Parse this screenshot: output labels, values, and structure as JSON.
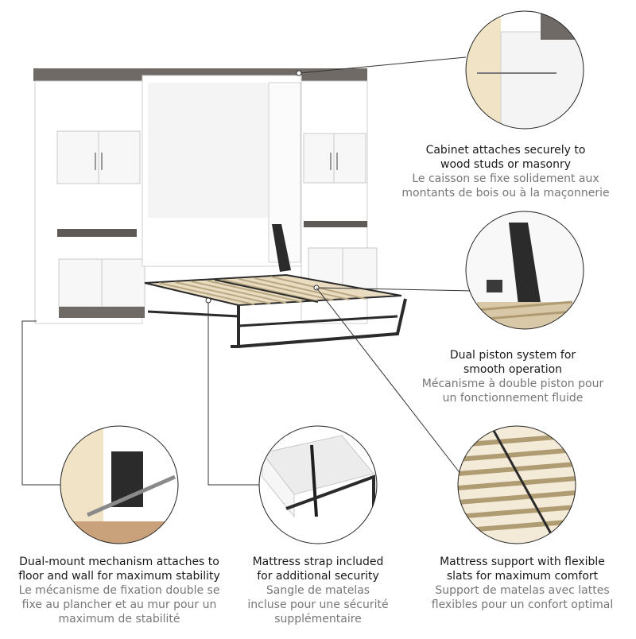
{
  "features": [
    {
      "en": [
        "Cabinet attaches securely to",
        "wood studs or masonry"
      ],
      "fr": [
        "Le caisson se fixe solidement aux",
        "montants de bois ou à la maçonnerie"
      ]
    },
    {
      "en": [
        "Dual piston system for",
        "smooth operation"
      ],
      "fr": [
        "Mécanisme à double piston pour",
        "un fonctionnement fluide"
      ]
    },
    {
      "en": [
        "Dual-mount mechanism attaches to",
        "floor and wall for maximum stability"
      ],
      "fr": [
        "Le mécanisme de fixation double se",
        "fixe au plancher et au mur pour un",
        "maximum de stabilité"
      ]
    },
    {
      "en": [
        "Mattress strap included",
        "for additional security"
      ],
      "fr": [
        "Sangle de matelas",
        "incluse pour une sécurité",
        "supplémentaire"
      ]
    },
    {
      "en": [
        "Mattress support with flexible",
        "slats for maximum comfort"
      ],
      "fr": [
        "Support de matelas avec lattes",
        "flexibles pour un confort optimal"
      ]
    }
  ],
  "colors": {
    "cabinet": "#ffffff",
    "cabinet_edge": "#cfcfcf",
    "wood_top": "#6f6a66",
    "frame": "#2b2b2b",
    "slat": "#d8c8a8",
    "stud_wood": "#f1e3c6",
    "en_text": "#1a1a1a",
    "fr_text": "#777777"
  }
}
